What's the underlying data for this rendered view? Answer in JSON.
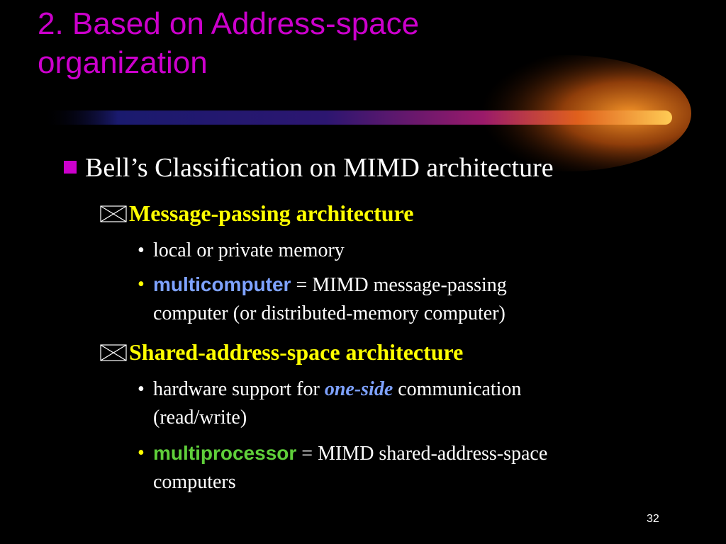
{
  "slide": {
    "title_line1": "2. Based on Address-space",
    "title_line2": "organization",
    "page_number": "32",
    "colors": {
      "title": "#cc00cc",
      "heading": "#ffff00",
      "accent_blue": "#7ea2ff",
      "accent_green": "#5fcf3a",
      "background": "#000000"
    }
  },
  "content": {
    "main_bullet": "Bell’s Classification on MIMD architecture",
    "sections": [
      {
        "heading": "Message-passing architecture",
        "items": [
          {
            "text": "local or private memory"
          },
          {
            "keyword": "multicomputer",
            "rest_line1": " = MIMD message-passing",
            "rest_line2": "computer (or distributed-memory computer)"
          }
        ]
      },
      {
        "heading": "Shared-address-space architecture",
        "items": [
          {
            "prefix": "hardware support for ",
            "emphasis": "one-side",
            "suffix": " communication",
            "line2": "(read/write)"
          },
          {
            "keyword": "multiprocessor",
            "rest_line1": " = MIMD shared-address-space",
            "rest_line2": "computers"
          }
        ]
      }
    ]
  }
}
